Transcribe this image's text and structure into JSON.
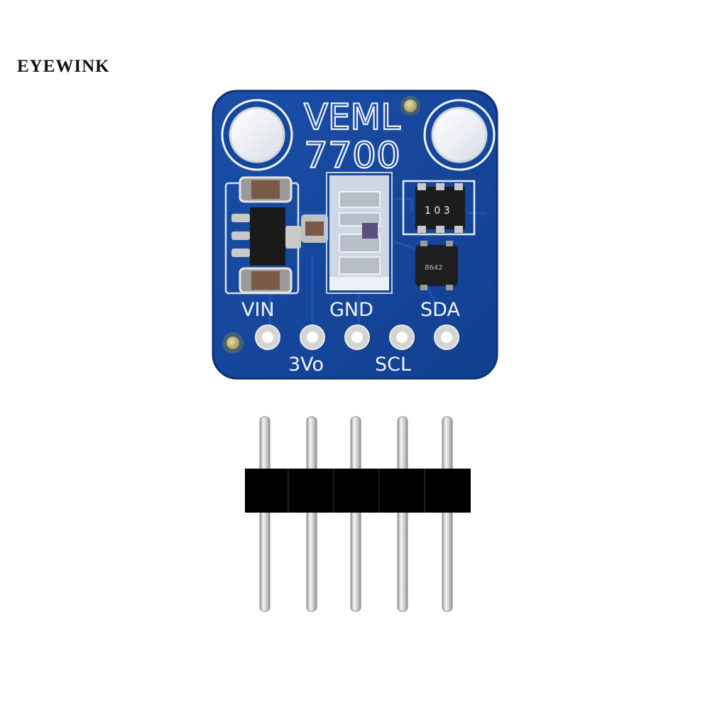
{
  "watermark": "EYEWINK",
  "board": {
    "title_line1": "VEML",
    "title_line2": "7700",
    "chip_marking": "1 0 3",
    "sensor_marking": "8642",
    "pins_top": [
      "VIN",
      "GND",
      "SDA"
    ],
    "pins_bottom": [
      "3Vo",
      "SCL"
    ],
    "pin_count": 5
  },
  "colors": {
    "pcb": "#16479d",
    "pcb_edge": "#0f3780",
    "silkscreen": "#f2f5fb",
    "pad": "#c8c8c8",
    "header_plastic": "#000000",
    "pin_metal": "#d9d9d9"
  }
}
